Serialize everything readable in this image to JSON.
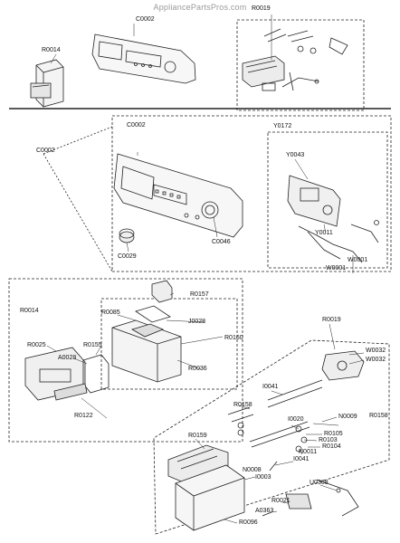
{
  "watermark": "AppliancePartsPros.com",
  "labels": {
    "top_c0002": "C0002",
    "top_r0019": "R0019",
    "top_r0014": "R0014",
    "c0002_outer": "C0002",
    "c0002_inner": "C0002",
    "c0046": "C0046",
    "c0029": "C0029",
    "y0172": "Y0172",
    "y0043": "Y0043",
    "y0011": "Y0011",
    "w0001a": "W0001",
    "w0001b": "W0001",
    "r0014": "R0014",
    "r0157": "R0157",
    "r0085": "R0085",
    "j0028": "J0028",
    "r0160": "R0160",
    "r0025": "R0025",
    "a0028": "A0028",
    "r0155": "R0155",
    "r0036": "R0036",
    "r0122": "R0122",
    "r0019": "R0019",
    "w0032a": "W0032",
    "w0032b": "W0032",
    "i0041a": "I0041",
    "r0158a": "R0158",
    "i0020": "I0020",
    "n0009": "N0009",
    "r0158b": "R0158",
    "r0105": "R0105",
    "r0103": "R0103",
    "r0104": "R0104",
    "r0159": "R0159",
    "n0011": "N0011",
    "i0041b": "I0041",
    "n0008": "N0008",
    "i0003": "I0003",
    "u0368": "U0368",
    "r0021": "R0021",
    "a0363": "A0363",
    "r0096": "R0096"
  }
}
